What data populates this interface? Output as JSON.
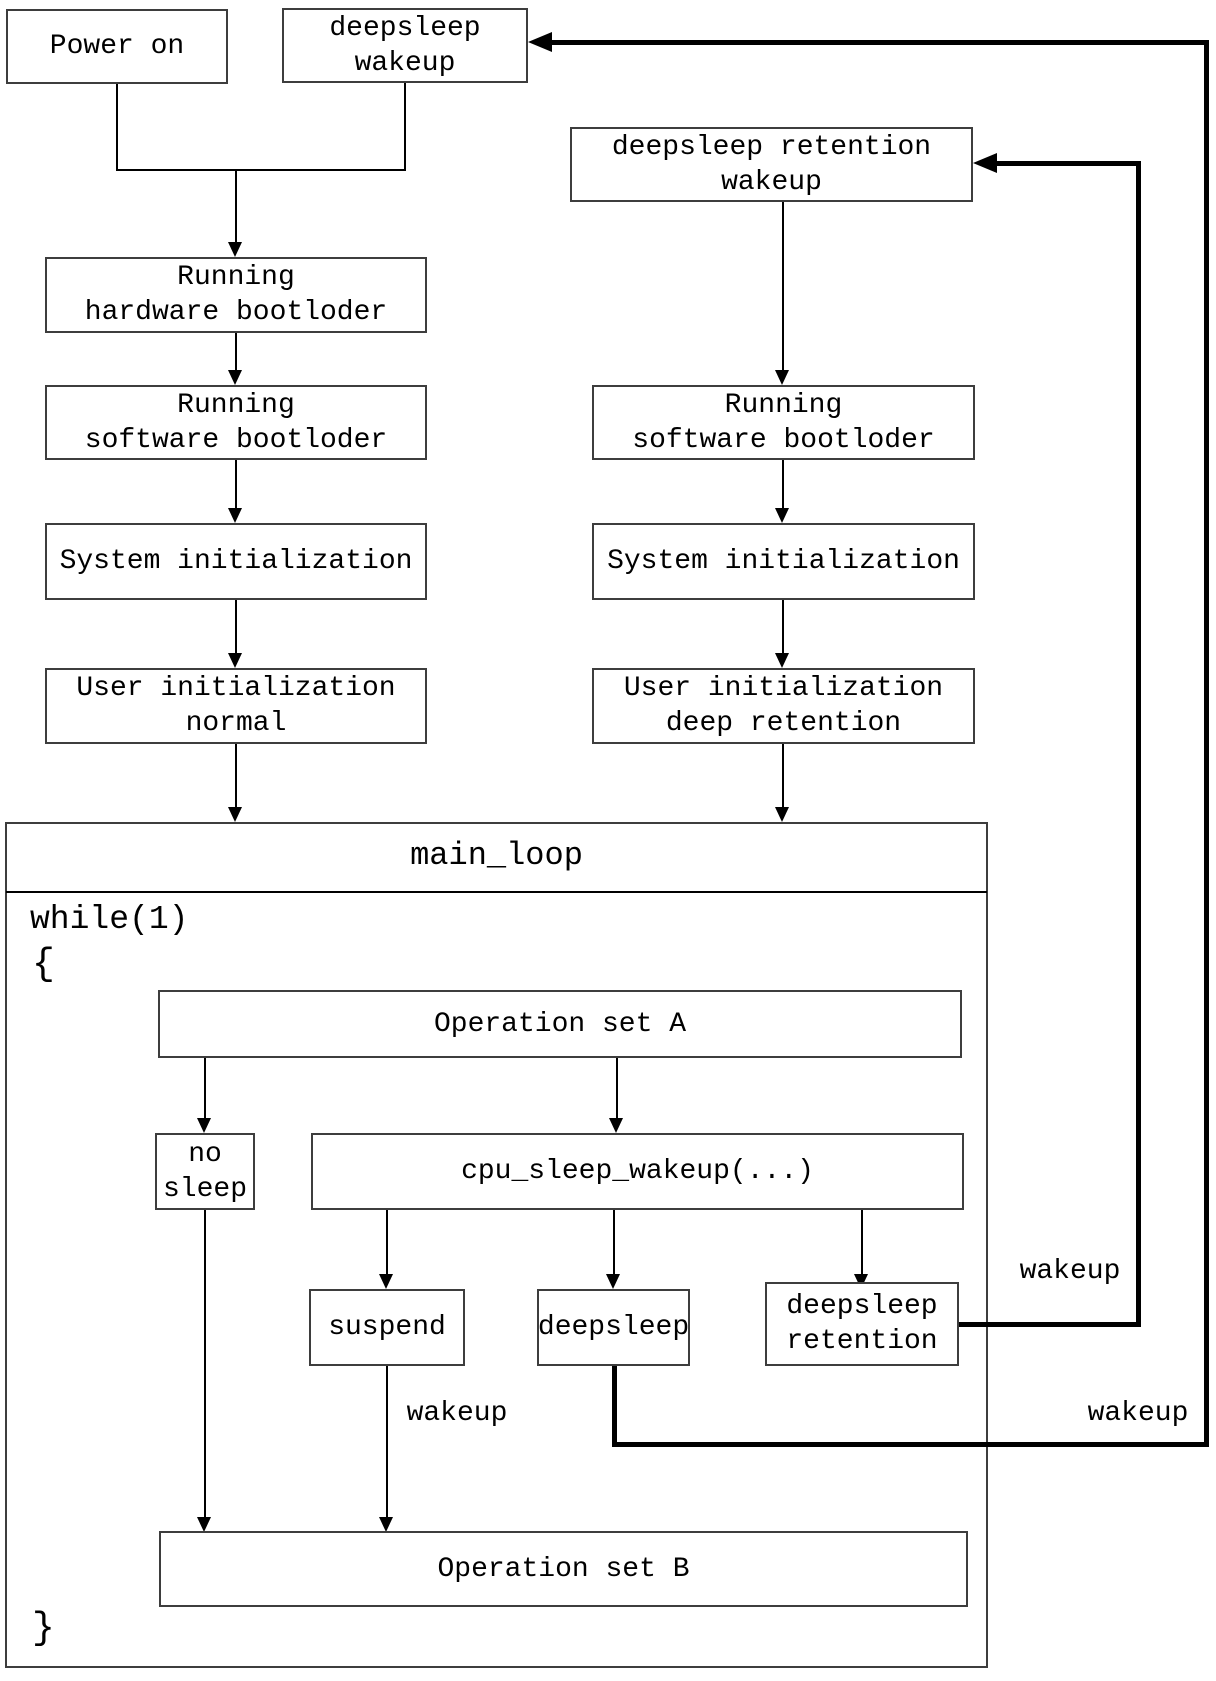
{
  "nodes": {
    "power_on": "Power on",
    "deepsleep_wakeup": "deepsleep\nwakeup",
    "deepsleep_retention_wakeup": "deepsleep retention\nwakeup",
    "running_hardware_bootloader": "Running\nhardware bootloder",
    "running_software_bootloader_left": "Running\nsoftware bootloder",
    "system_initialization_left": "System initialization",
    "user_initialization_normal": "User initialization\nnormal",
    "running_software_bootloader_right": "Running\nsoftware bootloder",
    "system_initialization_right": "System initialization",
    "user_initialization_deep_retention": "User initialization\ndeep retention",
    "main_loop_title": "main_loop",
    "while_statement": "while(1)",
    "open_brace": "{",
    "close_brace": "}",
    "operation_set_a": "Operation set A",
    "no_sleep": "no\nsleep",
    "cpu_sleep_wakeup": "cpu_sleep_wakeup(...)",
    "suspend": "suspend",
    "deepsleep": "deepsleep",
    "deepsleep_retention": "deepsleep\nretention",
    "operation_set_b": "Operation set B"
  },
  "edge_labels": {
    "wakeup_from_suspend": "wakeup",
    "wakeup_from_deepsleep_retention": "wakeup",
    "wakeup_from_deepsleep": "wakeup"
  },
  "colors": {
    "line": "#000000",
    "box_border": "#3d3d3d",
    "background": "#ffffff"
  }
}
